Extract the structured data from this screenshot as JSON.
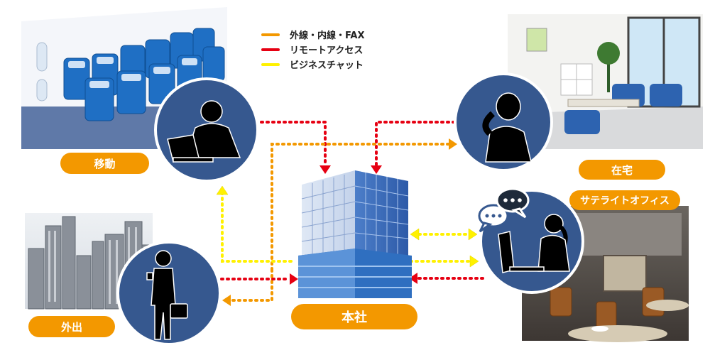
{
  "legend": [
    {
      "label": "外線・内線・FAX",
      "color": "#f39800"
    },
    {
      "label": "リモートアクセス",
      "color": "#e60012"
    },
    {
      "label": "ビジネスチャット",
      "color": "#fff100"
    }
  ],
  "locations": {
    "mobile": "移動",
    "home": "在宅",
    "satellite": "サテライトオフィス",
    "outside": "外出",
    "hq": "本社"
  },
  "colors": {
    "pill": "#f39800",
    "circle": "#36588f",
    "orange": "#f39800",
    "red": "#e60012",
    "yellow": "#fff100"
  }
}
